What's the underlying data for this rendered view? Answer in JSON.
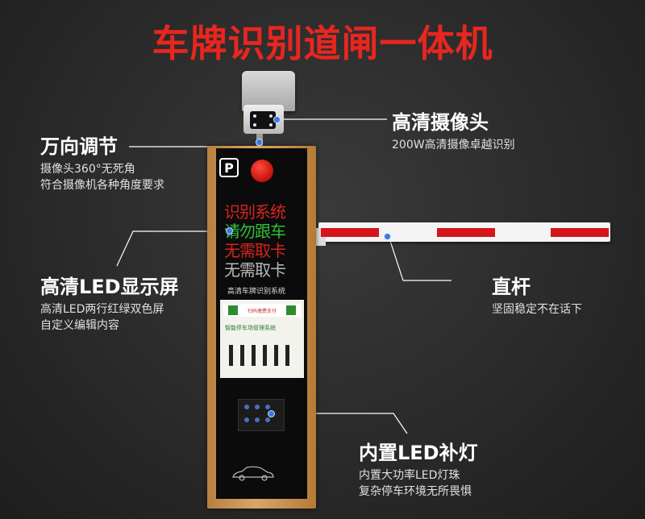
{
  "title": "车牌识别道闸一体机",
  "callouts": {
    "camera": {
      "title": "高清摄像头",
      "lines": [
        "200W高清摄像卓越识别"
      ]
    },
    "rotate": {
      "title": "万向调节",
      "lines": [
        "摄像头360°无死角",
        "符合摄像机各种角度要求"
      ]
    },
    "display": {
      "title": "高清LED显示屏",
      "lines": [
        "高清LED两行红绿双色屏",
        "自定义编辑内容"
      ]
    },
    "arm": {
      "title": "直杆",
      "lines": [
        "坚固稳定不在话下"
      ]
    },
    "light": {
      "title": "内置LED补灯",
      "lines": [
        "内置大功率LED灯珠",
        "复杂停车环境无所畏惧"
      ]
    }
  },
  "device": {
    "logo": "P",
    "led_rows": [
      {
        "text": "识别系统",
        "color": "#d9241c"
      },
      {
        "text": "请勿跟车",
        "color": "#2fbf3a"
      },
      {
        "text": "无需取卡",
        "color": "#d9241c"
      },
      {
        "text": "无需取卡",
        "color": "#b9b9b9"
      }
    ],
    "led_caption": "高清车牌识别系统",
    "poster_tag": "扫码缴费支付",
    "poster_text": "智能停车场管理系统"
  },
  "colors": {
    "title": "#e8261f",
    "accent_dot": "#3c7be0",
    "cabinet": "#d9a566",
    "stripe": "#d4161a"
  }
}
